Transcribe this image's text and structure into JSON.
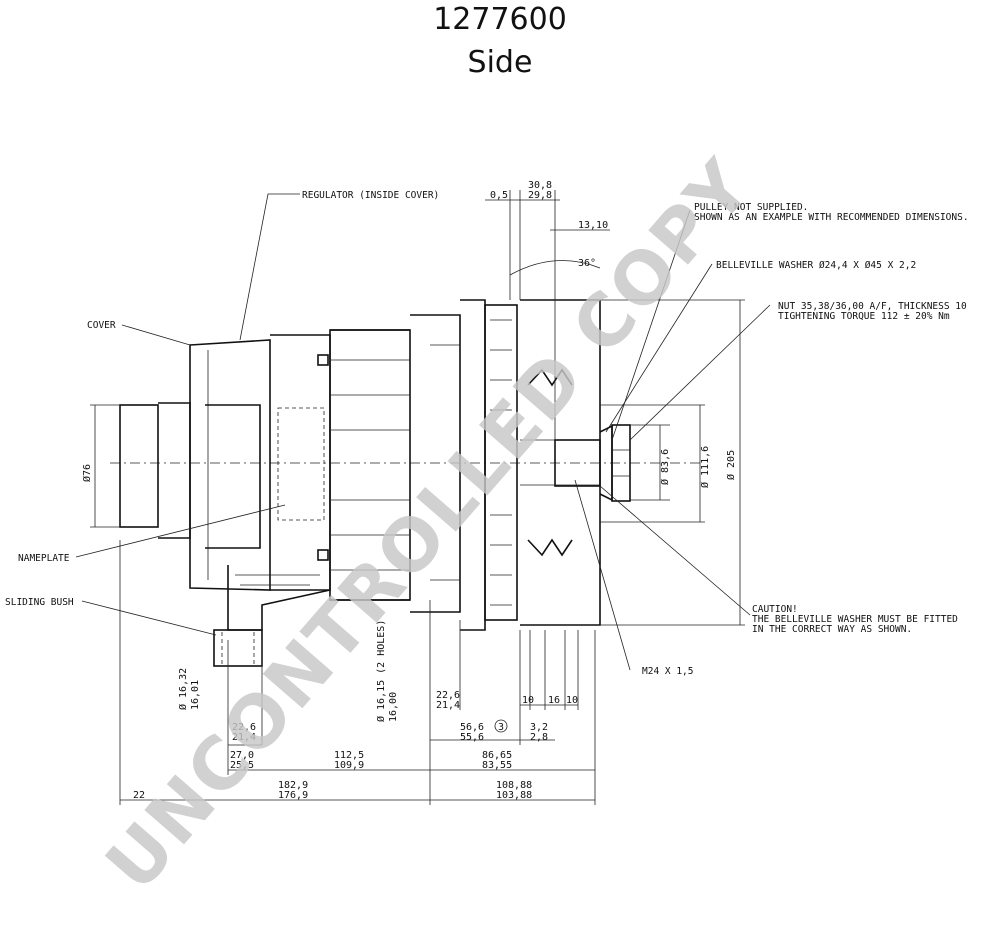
{
  "header": {
    "part_number": "1277600",
    "view": "Side"
  },
  "watermark": "UNCONTROLLED COPY",
  "callouts": {
    "regulator": "REGULATOR (INSIDE COVER)",
    "cover": "COVER",
    "nameplate": "NAMEPLATE",
    "sliding_bush": "SLIDING BUSH",
    "pulley_1": "PULLEY NOT SUPPLIED.",
    "pulley_2": "SHOWN AS AN EXAMPLE WITH RECOMMENDED DIMENSIONS.",
    "washer": "BELLEVILLE WASHER Ø24,4 X Ø45 X 2,2",
    "nut_1": "NUT 35,38/36,00 A/F, THICKNESS 10",
    "nut_2": "TIGHTENING TORQUE 112 ± 20% Nm",
    "caution_1": "CAUTION!",
    "caution_2": "THE BELLEVILLE WASHER MUST BE FITTED",
    "caution_3": "IN THE CORRECT WAY AS SHOWN.",
    "thread": "M24 X 1,5"
  },
  "dimensions": {
    "d05": "0,5",
    "d30a": "30,8",
    "d30b": "29,8",
    "d1310": "13,10",
    "angle": "36°",
    "dia76": "Ø76",
    "dia836": "Ø 83,6",
    "dia1116": "Ø 111,6",
    "dia205": "Ø 205",
    "hole_a": "Ø 16,32",
    "hole_b": "16,01",
    "holes2_a": "Ø 16,15 (2 HOLES)",
    "holes2_b": "16,00",
    "d226a": "22,6",
    "d214a": "21,4",
    "d226b": "22,6",
    "d214b": "21,4",
    "d566": "56,6",
    "d556": "55,6",
    "circ3": "3",
    "d32": "3,2",
    "d28": "2,8",
    "d10a": "10",
    "d16": "16",
    "d10b": "10",
    "d270": "27,0",
    "d255": "25,5",
    "d1125": "112,5",
    "d1099": "109,9",
    "d8665": "86,65",
    "d8355": "83,55",
    "d1829": "182,9",
    "d1769": "176,9",
    "d10888": "108,88",
    "d10388": "103,88",
    "d22": "22"
  }
}
